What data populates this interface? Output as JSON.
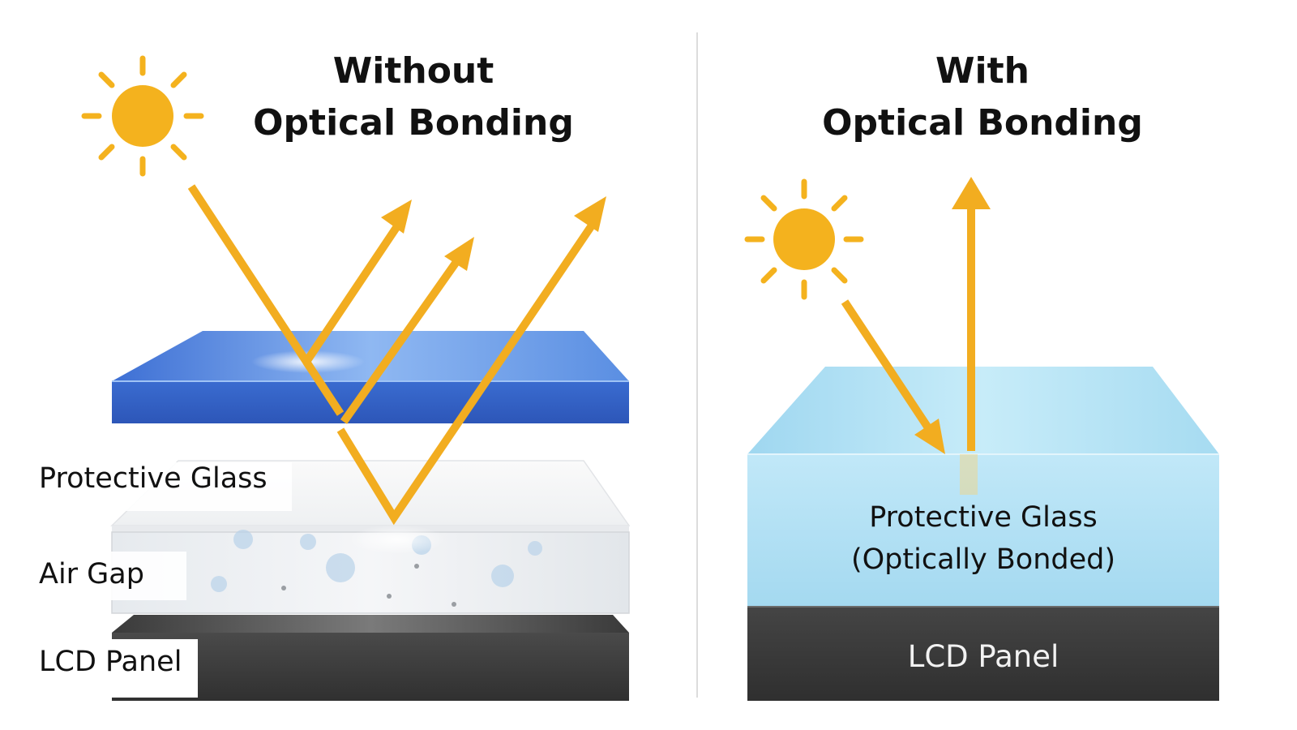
{
  "left": {
    "title_line1": "Without",
    "title_line2": "Optical Bonding",
    "labels": {
      "protective_glass": "Protective Glass",
      "air_gap": "Air Gap",
      "lcd_panel": "LCD Panel"
    }
  },
  "right": {
    "title_line1": "With",
    "title_line2": "Optical Bonding",
    "glass_label_line1": "Protective Glass",
    "glass_label_line2": "(Optically Bonded)",
    "lcd_label": "LCD Panel"
  },
  "colors": {
    "sun": "#f4b21e",
    "ray": "#f2ad20",
    "top_glass": "#3f78d8",
    "bonded_glass": "#aee0f3",
    "lcd": "#3b3b3b"
  }
}
